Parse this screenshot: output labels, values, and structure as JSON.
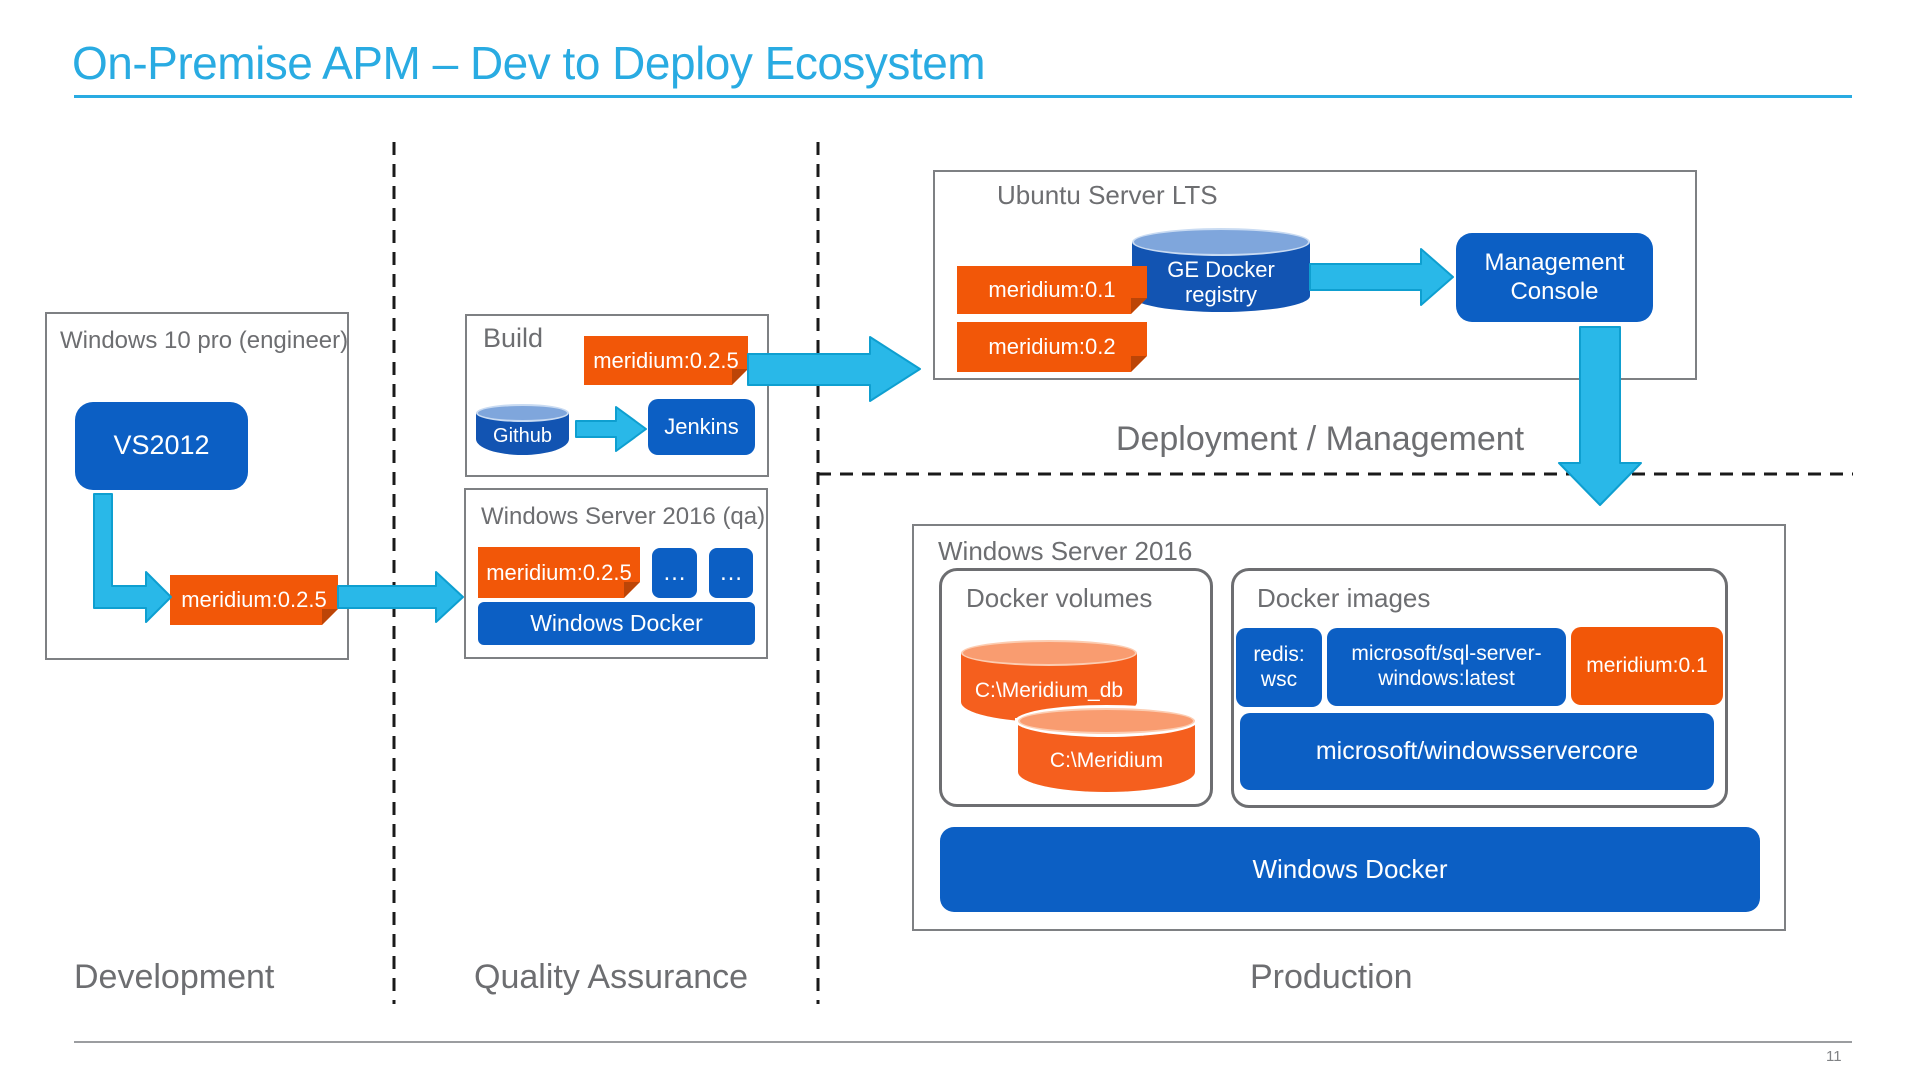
{
  "slide": {
    "title": "On-Premise APM – Dev to Deploy Ecosystem",
    "page_number": "11",
    "colors": {
      "accent_cyan": "#29ABE2",
      "box_blue": "#0C5FC4",
      "cylinder_blue": "#1254B2",
      "tag_orange": "#F25708",
      "cylinder_orange": "#F55F1E",
      "arrow_cyan": "#29B8E8",
      "label_gray": "#6D6E71"
    }
  },
  "sections": {
    "development": "Development",
    "quality_assurance": "Quality Assurance",
    "production": "Production",
    "deployment_management": "Deployment / Management"
  },
  "dev": {
    "box_title": "Windows 10 pro (engineer)",
    "vs2012": "VS2012",
    "tag": "meridium:0.2.5"
  },
  "build": {
    "box_title": "Build",
    "tag": "meridium:0.2.5",
    "github": "Github",
    "jenkins": "Jenkins"
  },
  "qa_server": {
    "box_title": "Windows Server 2016 (qa)",
    "tag": "meridium:0.2.5",
    "dots_a": "…",
    "dots_b": "…",
    "windows_docker": "Windows Docker"
  },
  "ubuntu": {
    "box_title": "Ubuntu Server LTS",
    "tag_01": "meridium:0.1",
    "tag_02": "meridium:0.2",
    "registry_line1": "GE Docker",
    "registry_line2": "registry",
    "console_line1": "Management",
    "console_line2": "Console"
  },
  "prod": {
    "box_title": "Windows Server 2016",
    "volumes_title": "Docker volumes",
    "volume_db": "C:\\Meridium_db",
    "volume_app": "C:\\Meridium",
    "images_title": "Docker images",
    "redis_line1": "redis:",
    "redis_line2": "wsc",
    "sql_line1": "microsoft/sql-server-",
    "sql_line2": "windows:latest",
    "image_meridium": "meridium:0.1",
    "image_servercore": "microsoft/windowsservercore",
    "windows_docker": "Windows Docker"
  }
}
